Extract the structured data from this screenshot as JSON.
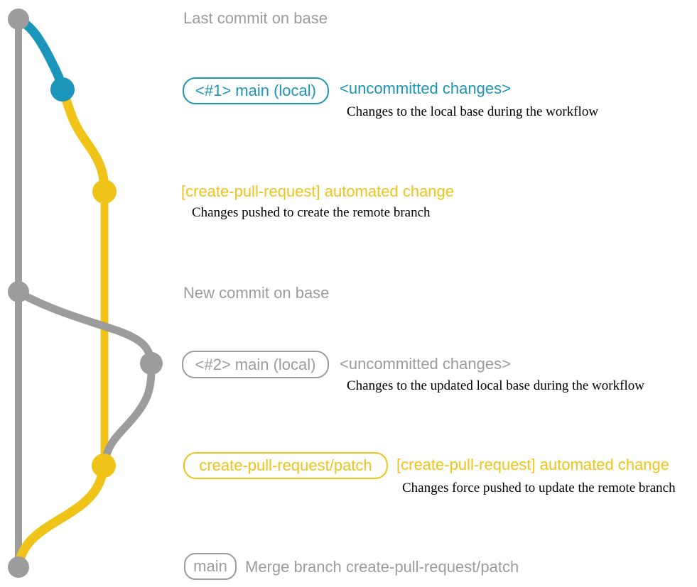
{
  "colors": {
    "gray": "#9c9c9c",
    "blue": "#1b95ba",
    "yellow": "#f0c318",
    "ink": "#000000",
    "background": "#ffffff"
  },
  "diagram": {
    "rows": {
      "last_commit": {
        "title": "Last commit on base"
      },
      "local_main_1": {
        "badge": "<#1> main (local)",
        "status": "<uncommitted changes>",
        "description": "Changes to the local base during the workflow"
      },
      "automated_change_1": {
        "message": "[create-pull-request] automated change",
        "description": "Changes pushed to create the remote branch"
      },
      "new_commit": {
        "title": "New commit on base"
      },
      "local_main_2": {
        "badge": "<#2> main (local)",
        "status": "<uncommitted changes>",
        "description": "Changes to the updated local base during the workflow"
      },
      "automated_change_2": {
        "badge": "create-pull-request/patch",
        "message": "[create-pull-request] automated change",
        "description": "Changes force pushed to update the remote branch"
      },
      "merge": {
        "badge": "main",
        "title": "Merge branch create-pull-request/patch"
      }
    },
    "graph": {
      "branch_colors": {
        "base": "gray",
        "local_main_update": "blue",
        "create_pull_request_patch": "yellow"
      },
      "commit_nodes": [
        {
          "id": "last-commit-on-base",
          "color": "gray"
        },
        {
          "id": "local-main-1",
          "color": "blue"
        },
        {
          "id": "automated-change-1",
          "color": "yellow"
        },
        {
          "id": "new-commit-on-base",
          "color": "gray"
        },
        {
          "id": "local-main-2",
          "color": "gray"
        },
        {
          "id": "automated-change-2",
          "color": "yellow"
        },
        {
          "id": "merge-commit",
          "color": "gray"
        }
      ]
    }
  }
}
